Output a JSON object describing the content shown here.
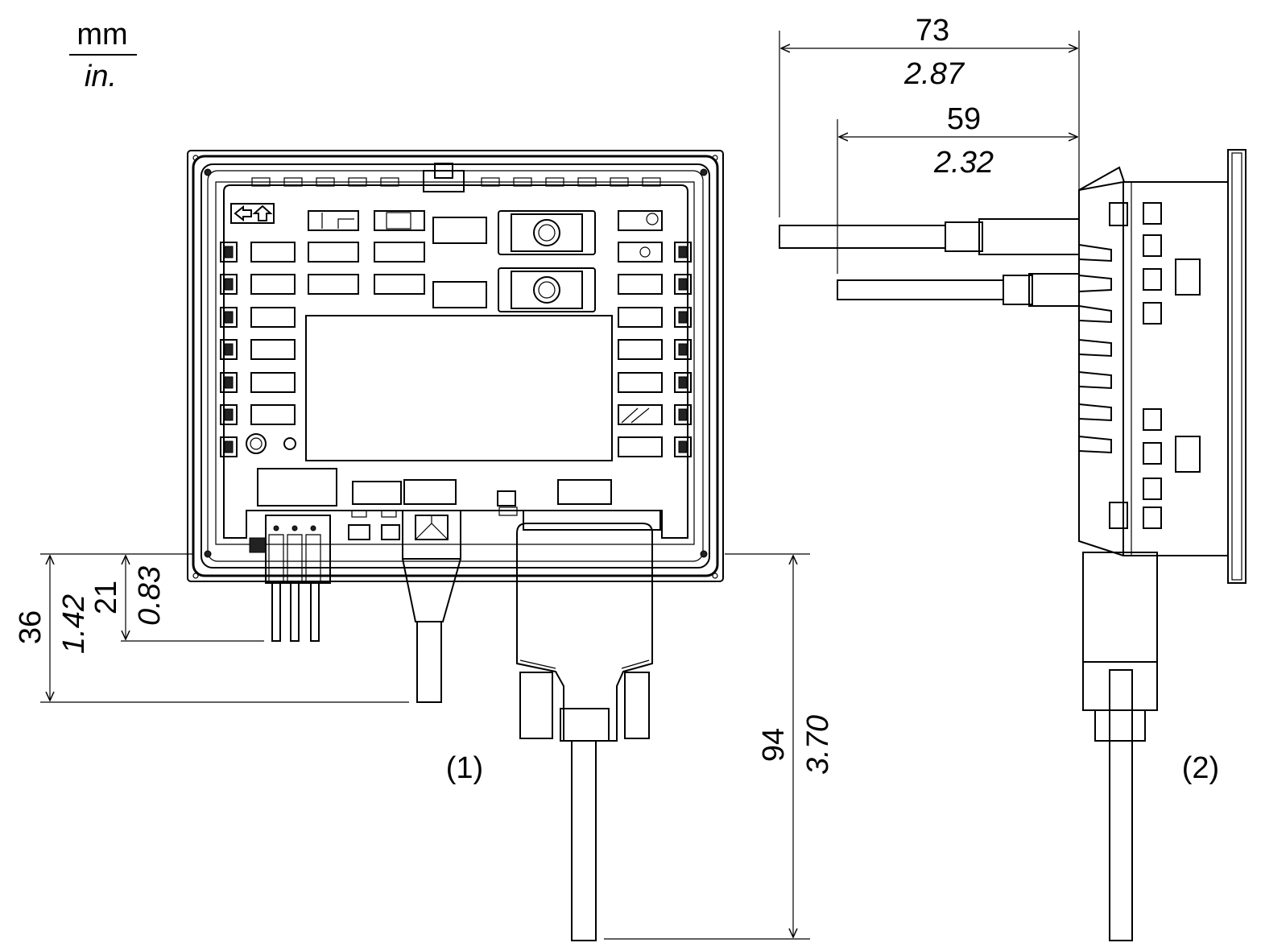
{
  "units": {
    "metric": "mm",
    "imperial": "in."
  },
  "dimensions": {
    "depth_total": {
      "mm": "73",
      "in": "2.87"
    },
    "depth_cable": {
      "mm": "59",
      "in": "2.32"
    },
    "height_plug": {
      "mm": "36",
      "in": "1.42"
    },
    "height_terminal": {
      "mm": "21",
      "in": "0.83"
    },
    "height_sub_d": {
      "mm": "94",
      "in": "3.70"
    }
  },
  "views": {
    "rear": "(1)",
    "side": "(2)"
  }
}
